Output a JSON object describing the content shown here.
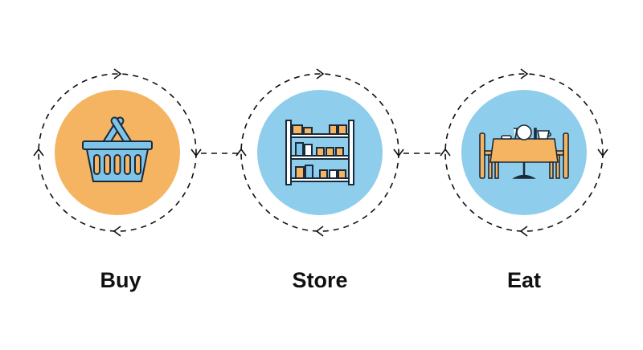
{
  "steps": [
    {
      "label": "Buy",
      "icon": "basket-icon",
      "color": "#F5B461"
    },
    {
      "label": "Store",
      "icon": "shelf-icon",
      "color": "#8ECDEB"
    },
    {
      "label": "Eat",
      "icon": "dining-table-icon",
      "color": "#8ECDEB"
    }
  ],
  "colors": {
    "icon_blue": "#7EC3E8",
    "icon_orange": "#F5B461",
    "stroke": "#1b2a3a"
  }
}
